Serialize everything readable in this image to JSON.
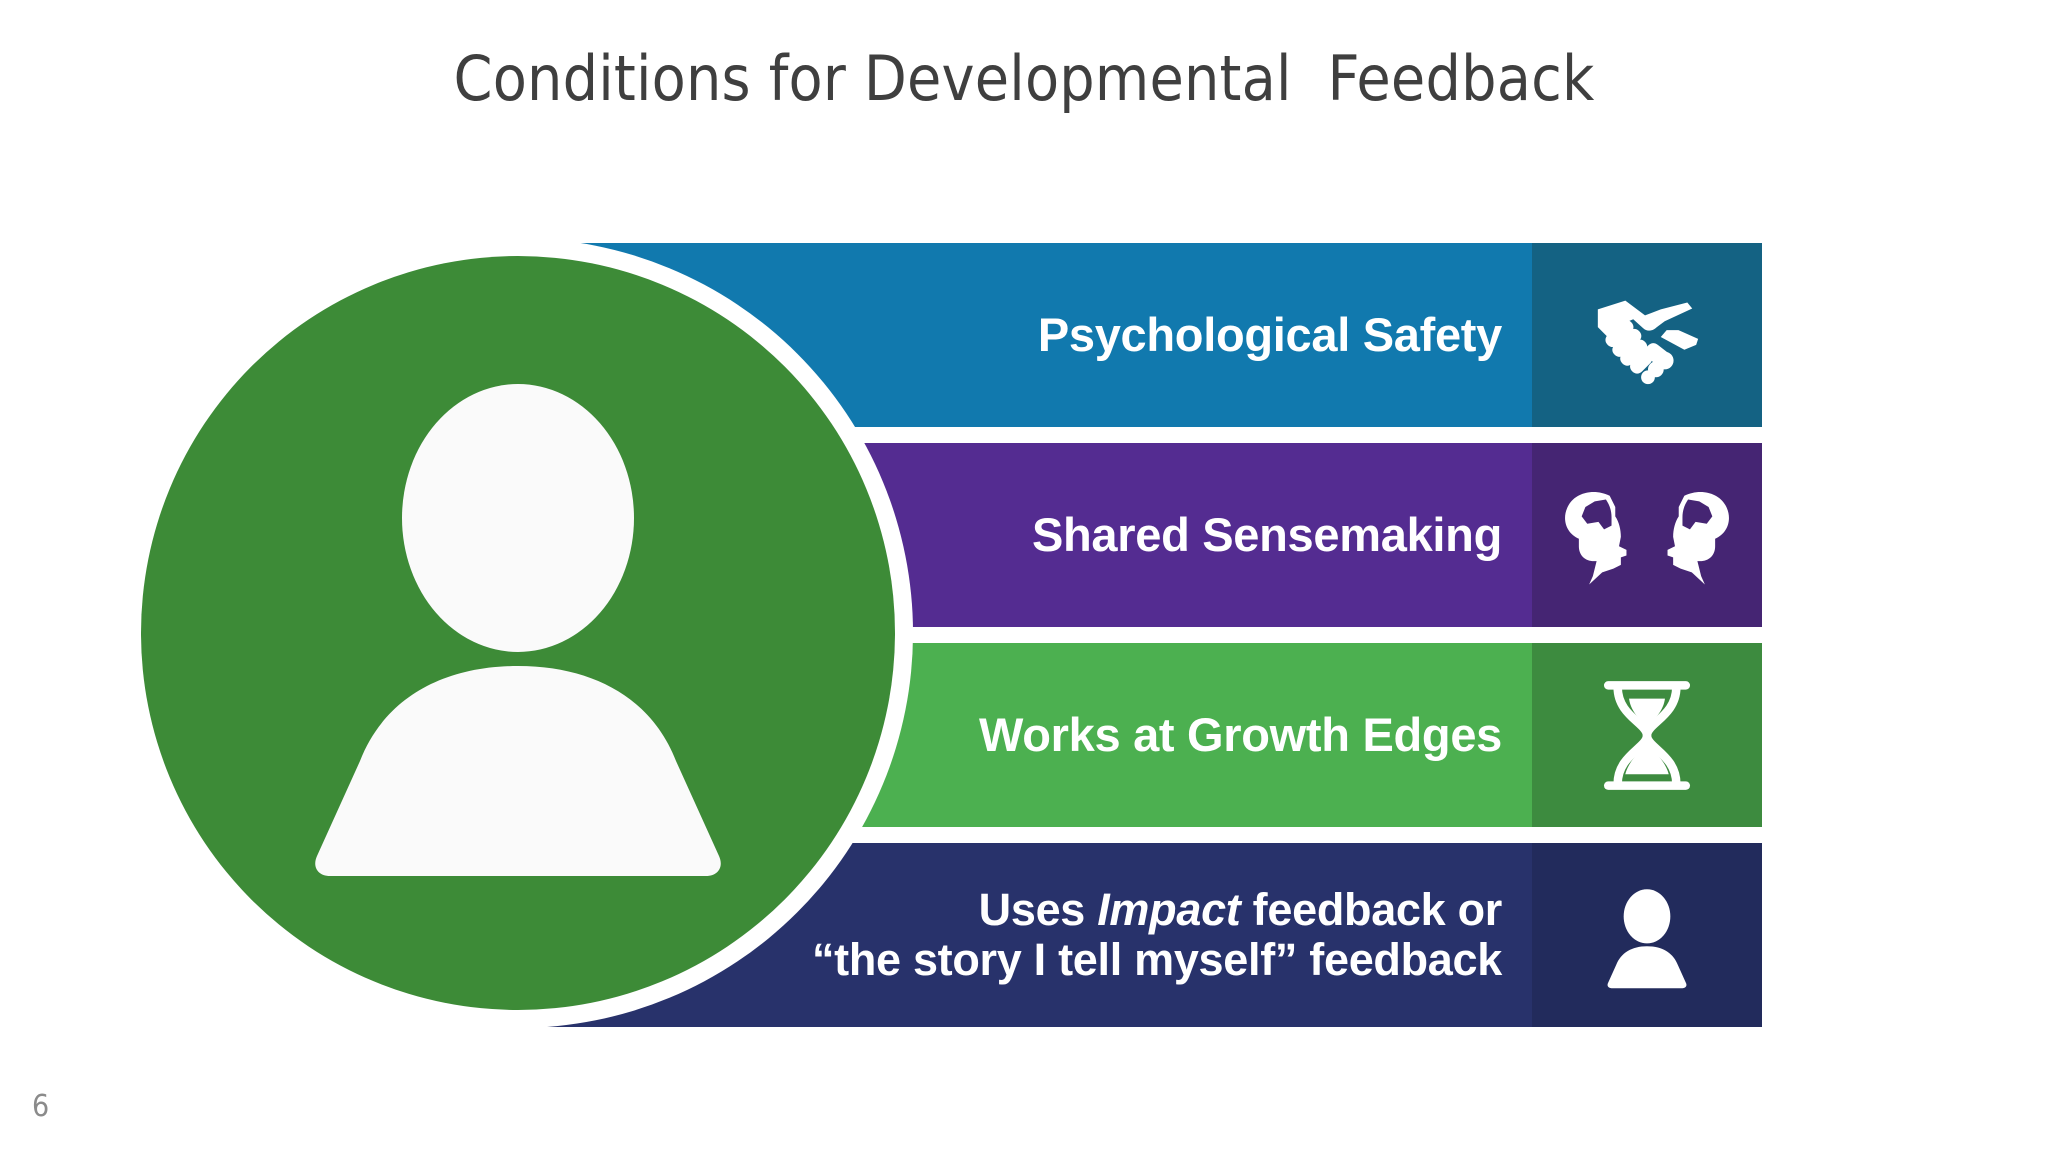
{
  "slide": {
    "title": "Conditions for Developmental  Feedback",
    "page_number": "6",
    "background_color": "#ffffff",
    "title_color": "#3f3f3f"
  },
  "center_figure": {
    "icon": "person-silhouette-icon",
    "circle_color": "#3D8B37",
    "ring_color": "#ffffff",
    "icon_color": "#ffffff"
  },
  "bars": [
    {
      "label": "Psychological Safety",
      "icon": "handshake-icon",
      "body_color": "#1179AE",
      "icon_panel_color": "#146283",
      "text_color": "#ffffff"
    },
    {
      "label": "Shared Sensemaking",
      "icon": "two-heads-brain-icon",
      "body_color": "#542C91",
      "icon_panel_color": "#452573",
      "text_color": "#ffffff"
    },
    {
      "label": "Works at Growth Edges",
      "icon": "hourglass-icon",
      "body_color": "#4CB050",
      "icon_panel_color": "#3D8B3F",
      "text_color": "#ffffff"
    },
    {
      "label_line1_pre": "Uses ",
      "label_line1_italic": "Impact",
      "label_line1_post": " feedback or",
      "label_line2": "“the story I tell myself” feedback",
      "icon": "person-silhouette-icon",
      "body_color": "#28326B",
      "icon_panel_color": "#222B5C",
      "text_color": "#ffffff"
    }
  ]
}
